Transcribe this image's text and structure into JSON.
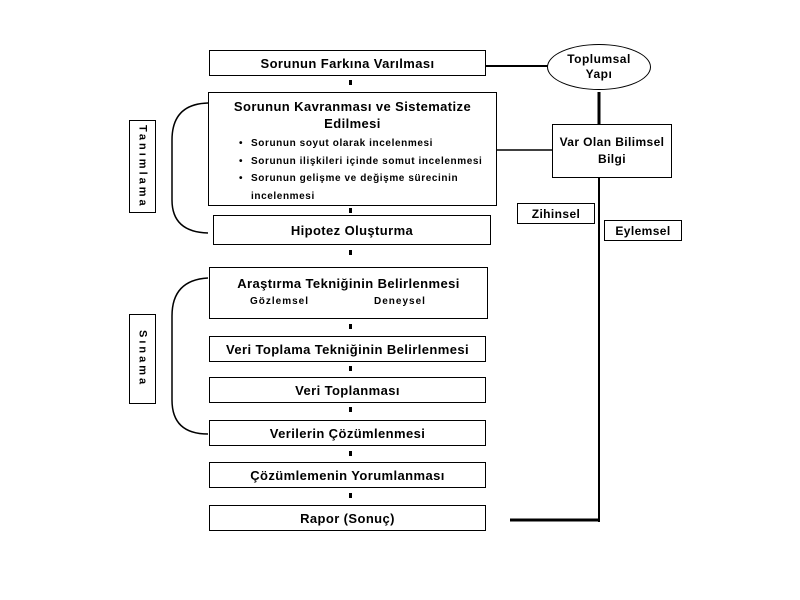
{
  "steps": {
    "s1": "Sorunun Farkına Varılması",
    "s2_title_line1": "Sorunun Kavranması ve Sistematize",
    "s2_title_line2": "Edilmesi",
    "s2_bullets": [
      "Sorunun soyut olarak incelenmesi",
      "Sorunun ilişkileri içinde somut incelenmesi",
      "Sorunun gelişme ve değişme sürecinin"
    ],
    "s2_bullet3_cont": "incelenmesi",
    "s3": "Hipotez Oluşturma",
    "s4_title": "Araştırma Tekniğinin Belirlenmesi",
    "s4_sub_left": "Gözlemsel",
    "s4_sub_right": "Deneysel",
    "s5": "Veri Toplama Tekniğinin Belirlenmesi",
    "s6": "Veri Toplanması",
    "s7": "Verilerin Çözümlenmesi",
    "s8": "Çözümlemenin Yorumlanması",
    "s9": "Rapor (Sonuç)"
  },
  "side": {
    "oval_line1": "Toplumsal",
    "oval_line2": "Yapı",
    "knowledge_line1": "Var Olan Bilimsel",
    "knowledge_line2": "Bilgi",
    "zihinsel": "Zihinsel",
    "eylemsel": "Eylemsel"
  },
  "phases": {
    "tanimlama": "Tanımlama",
    "sinama": "Sınama"
  }
}
